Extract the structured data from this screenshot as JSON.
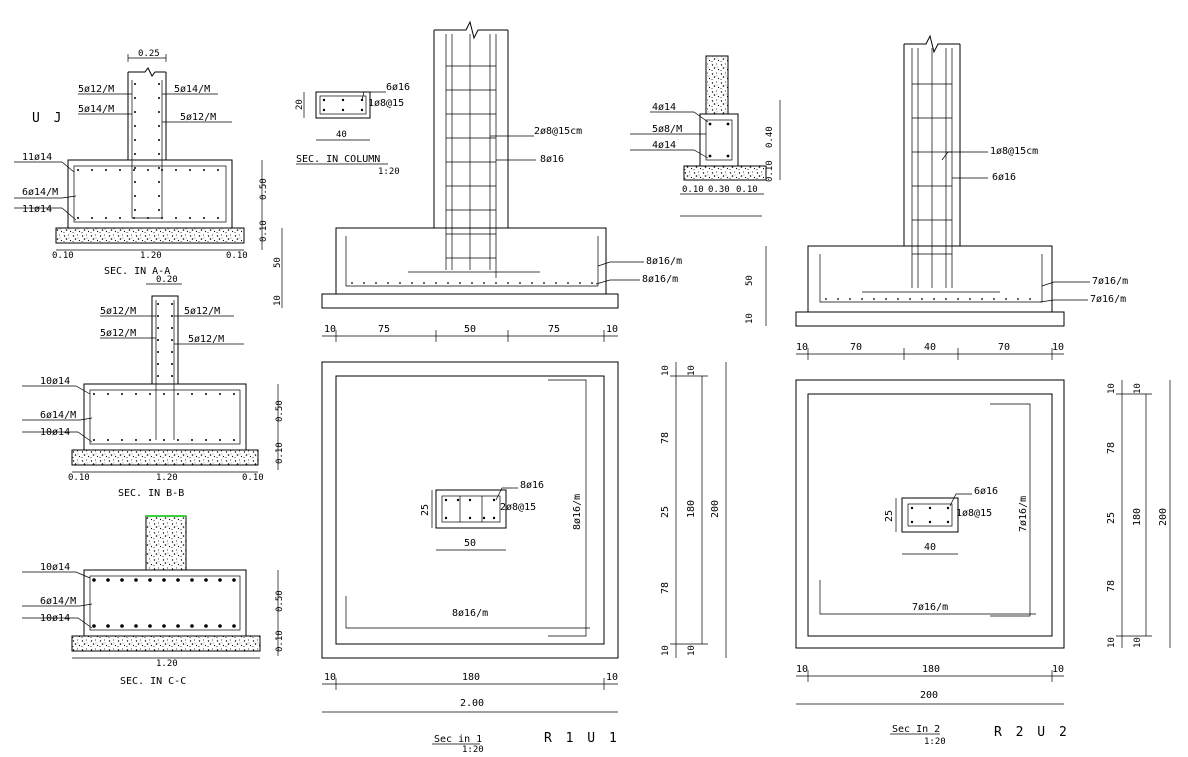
{
  "left_column": {
    "uj_tag": "U J",
    "aa": {
      "col_width": "0.25",
      "bar_tl1": "5ø12/M",
      "bar_tl2": "5ø14/M",
      "bar_tr1": "5ø14/M",
      "bar_tr2": "5ø12/M",
      "bar_top": "11ø14",
      "bar_mid": "6ø14/M",
      "bar_bot": "11ø14",
      "h_footing": "0.50",
      "h_blinding": "0.10",
      "w_left": "0.10",
      "w_mid": "1.20",
      "w_right": "0.10",
      "caption": "SEC. IN A-A"
    },
    "bb": {
      "col_width": "0.20",
      "bar_tl1": "5ø12/M",
      "bar_tl2": "5ø12/M",
      "bar_tr1": "5ø12/M",
      "bar_tr2": "5ø12/M",
      "bar_top": "10ø14",
      "bar_mid": "6ø14/M",
      "bar_bot": "10ø14",
      "h_footing": "0.50",
      "h_blinding": "0.10",
      "w_left": "0.10",
      "w_mid": "1.20",
      "w_right": "0.10",
      "caption": "SEC. IN B-B"
    },
    "cc": {
      "bar_top": "10ø14",
      "bar_mid": "6ø14/M",
      "bar_bot": "10ø14",
      "h_footing": "0.50",
      "h_blinding": "0.10",
      "w_mid": "1.20",
      "caption": "SEC. IN C-C"
    }
  },
  "column_section": {
    "bars": "6ø16",
    "stirrups": "1ø8@15",
    "h": "20",
    "w": "40",
    "caption": "SEC. IN COLUMN",
    "scale": "1:20"
  },
  "r1": {
    "stirrups": "2ø8@15cm",
    "bars": "8ø16",
    "mesh_top": "8ø16/m",
    "mesh_bot": "8ø16/m",
    "h_footing": "50",
    "h_blinding": "10",
    "d1": "10",
    "d2": "75",
    "d3": "50",
    "d4": "75",
    "d5": "10",
    "plan_col_bars": "8ø16",
    "plan_col_stirrups": "2ø8@15",
    "plan_col_h": "25",
    "plan_col_w": "50",
    "mesh_v": "8ø16/m",
    "mesh_h": "8ø16/m",
    "v1": "10",
    "v2": "78",
    "v3": "25",
    "v4": "78",
    "v5": "10",
    "v_inner": "180",
    "v_total": "200",
    "b1": "10",
    "b_mid": "180",
    "b2": "10",
    "b_total": "2.00",
    "caption": "Sec in 1",
    "scale": "1:20",
    "tag": "R 1  U 1"
  },
  "small_detail": {
    "bar_a": "4ø14",
    "bar_b": "5ø8/M",
    "bar_c": "4ø14",
    "h1": "0.40",
    "h2": "0.10",
    "w1": "0.10",
    "w2": "0.30",
    "w3": "0.10"
  },
  "r2": {
    "stirrups": "1ø8@15cm",
    "bars": "6ø16",
    "mesh_top": "7ø16/m",
    "mesh_bot": "7ø16/m",
    "h_footing": "50",
    "h_blinding": "10",
    "d1": "10",
    "d2": "70",
    "d3": "40",
    "d4": "70",
    "d5": "10",
    "plan_col_bars": "6ø16",
    "plan_col_stirrups": "1ø8@15",
    "plan_col_h": "25",
    "plan_col_w": "40",
    "mesh_v": "7ø16/m",
    "mesh_h": "7ø16/m",
    "v1": "10",
    "v2": "78",
    "v3": "25",
    "v4": "78",
    "v5": "10",
    "v_inner": "180",
    "v_total": "200",
    "b1": "10",
    "b_mid": "180",
    "b2": "10",
    "b_total": "200",
    "caption": "Sec In 2",
    "scale": "1:20",
    "tag": "R 2  U 2"
  }
}
